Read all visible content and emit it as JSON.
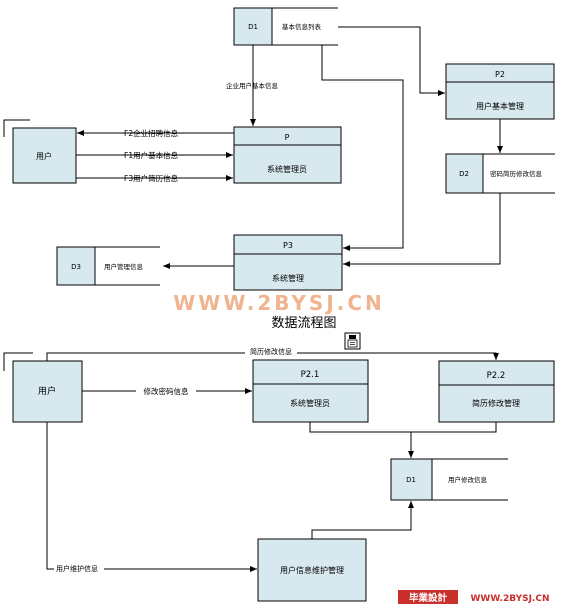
{
  "top": {
    "d1_id": "D1",
    "d1_label": "基本信息列表",
    "edge_d1_p": "企业用户基本信息",
    "p_id": "P",
    "p_label": "系统管理员",
    "user": "用户",
    "f2": "F2企业招聘信息",
    "f1": "F1用户基本信息",
    "f3": "F3用户简历信息",
    "p2_id": "P2",
    "p2_label": "用户基本管理",
    "d2_id": "D2",
    "d2_label": "密码简历修改信息",
    "p3_id": "P3",
    "p3_label": "系统管理",
    "d3_id": "D3",
    "d3_label": "用户管理信息"
  },
  "watermark": "WWW.2BYSJ.CN",
  "title": "数据流程图",
  "clipboard_icon": "clipboard-icon",
  "bottom": {
    "user": "用户",
    "edge_resume": "简历修改信息",
    "edge_pwd": "修改密码信息",
    "p21_id": "P2.1",
    "p21_label": "系统管理员",
    "p22_id": "P2.2",
    "p22_label": "简历修改管理",
    "d1_id": "D1",
    "d1_label": "用户修改信息",
    "edge_maint": "用户维护信息",
    "maint_label": "用户信息维护管理"
  },
  "footer": {
    "logo": "毕業設計",
    "url": "WWW.2BYSJ.CN"
  },
  "colors": {
    "box_fill": "#d7e9ef",
    "watermark": "#f0b490",
    "logo_bg": "#c9302c"
  }
}
